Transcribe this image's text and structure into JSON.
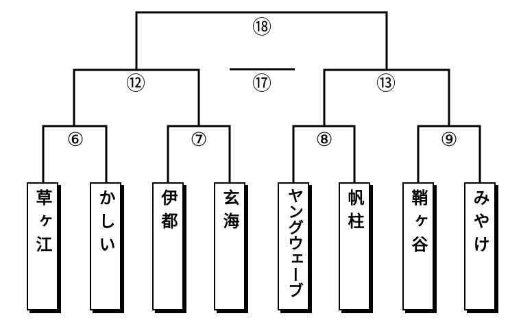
{
  "teams": [
    {
      "name": "草ヶ江"
    },
    {
      "name": "かしい"
    },
    {
      "name": "伊都"
    },
    {
      "name": "玄海"
    },
    {
      "name": "ヤングウェーブ"
    },
    {
      "name": "帆柱"
    },
    {
      "name": "鞘ヶ谷"
    },
    {
      "name": "みやけ"
    }
  ],
  "matches": {
    "m6": "⑥",
    "m7": "⑦",
    "m8": "⑧",
    "m9": "⑨",
    "m12": "⑫",
    "m13": "⑬",
    "m17": "⑰",
    "m18": "⑱"
  },
  "colors": {
    "line": "#000000",
    "background": "#ffffff"
  }
}
